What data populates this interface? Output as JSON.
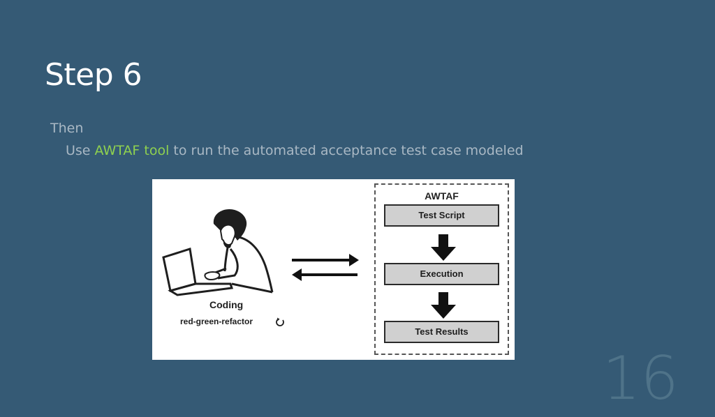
{
  "slide": {
    "title": "Step 6",
    "page_number": "16"
  },
  "body": {
    "line1": "Then",
    "line2_prefix": "Use ",
    "line2_highlight": "AWTAF tool",
    "line2_suffix": " to run the automated acceptance test case modeled"
  },
  "diagram": {
    "coding_label": "Coding",
    "cycle_label": "red-green-refactor",
    "awtaf_title": "AWTAF",
    "steps": [
      "Test Script",
      "Execution",
      "Test Results"
    ],
    "icons": {
      "person": "developer-at-laptop-icon",
      "exchange": "bidirectional-arrows-icon",
      "cycle": "refresh-cycle-icon",
      "down": "down-arrow-icon"
    }
  },
  "colors": {
    "background": "#355a75",
    "title": "#ffffff",
    "body_text": "#a9b8c4",
    "highlight": "#8fd14f",
    "step_fill": "#d0d0d0"
  }
}
